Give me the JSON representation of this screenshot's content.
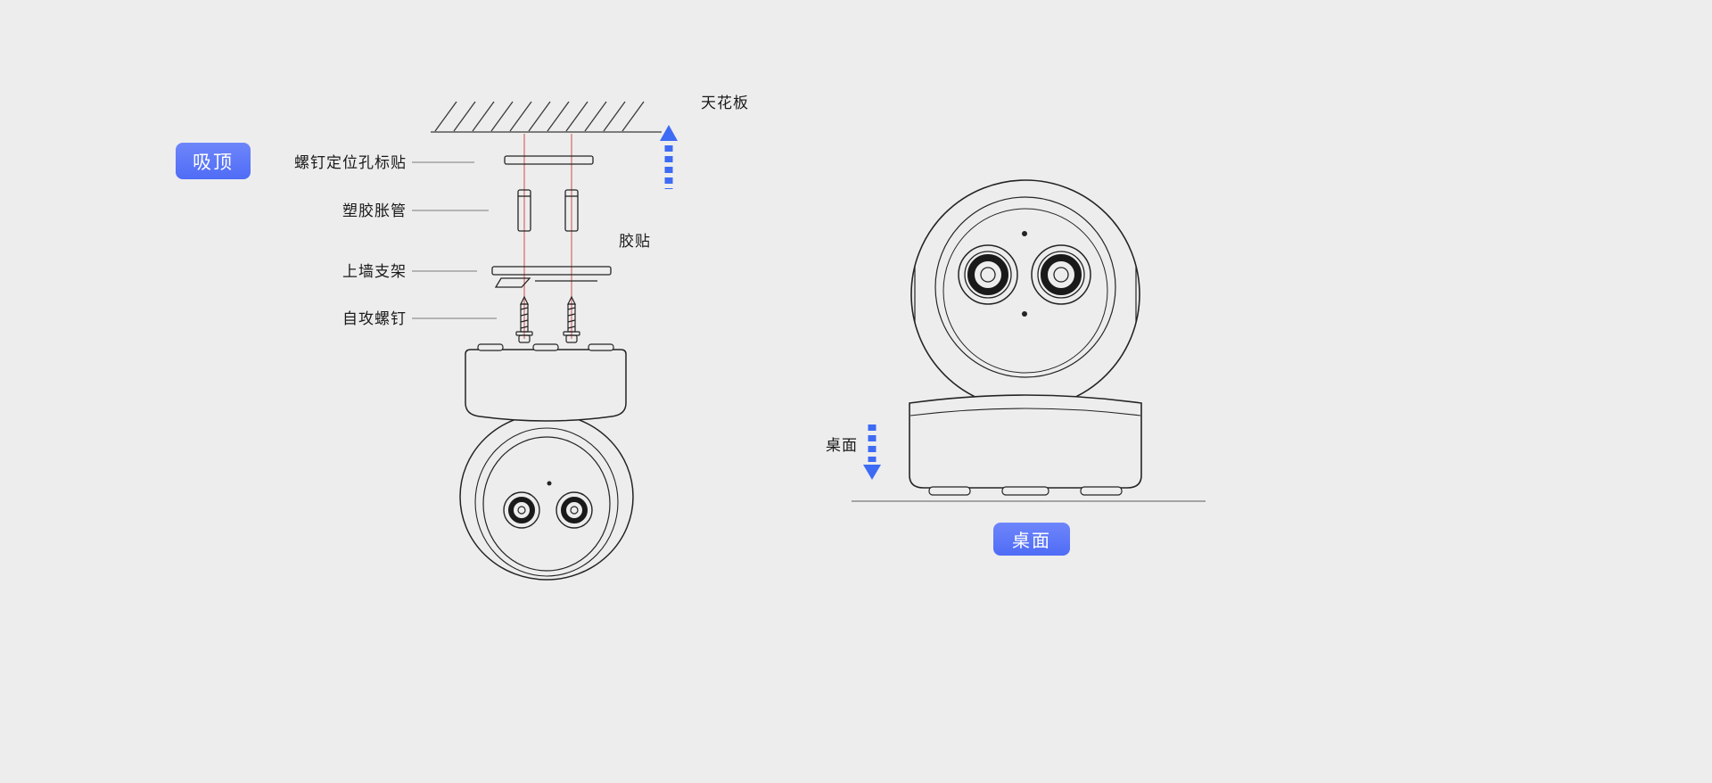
{
  "badges": {
    "ceiling": "吸顶",
    "desktop": "桌面"
  },
  "left_diagram": {
    "labels": {
      "ceiling_board": "天花板",
      "screw_positioning_sticker": "螺钉定位孔标贴",
      "plastic_expansion_tube": "塑胶胀管",
      "adhesive_sticker": "胶贴",
      "wall_bracket": "上墙支架",
      "self_tapping_screw": "自攻螺钉"
    }
  },
  "right_diagram": {
    "labels": {
      "desktop_surface": "桌面"
    }
  },
  "colors": {
    "background": "#ededed",
    "accent_blue": "#5874f7",
    "arrow_blue": "#3e6bf4",
    "guide_red": "#d96666",
    "line_dark": "#242424",
    "ground_gray": "#8c8c8c"
  }
}
